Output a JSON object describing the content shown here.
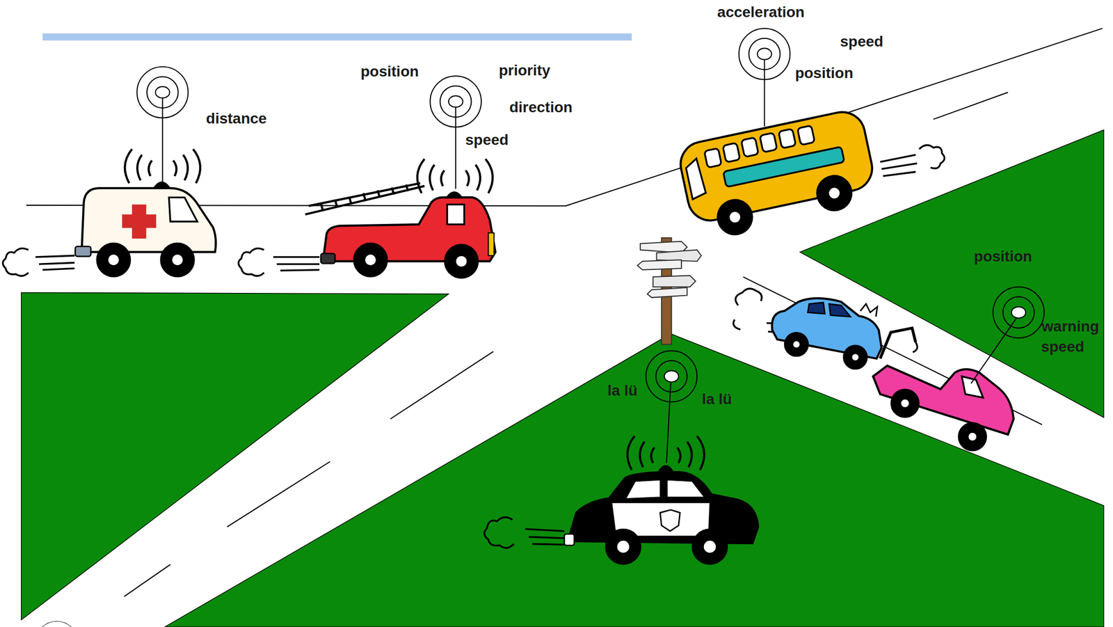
{
  "diagram": {
    "labels": [
      "acceleration",
      "speed",
      "position",
      "priority",
      "position",
      "direction",
      "distance",
      "speed",
      "position",
      "warning",
      "speed",
      "la lü",
      "la lü"
    ]
  }
}
